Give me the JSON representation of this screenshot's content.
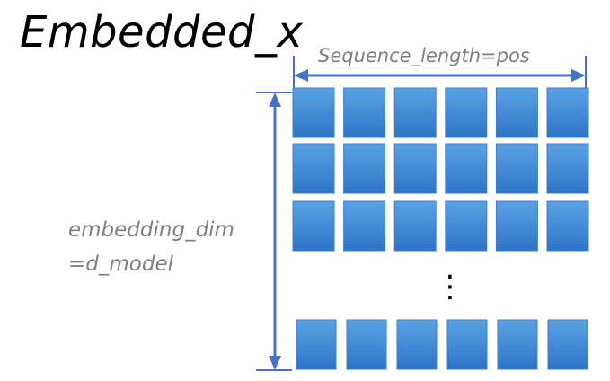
{
  "title": "Embedded_x",
  "sequence_label": "Sequence_length=pos",
  "dimension_label": {
    "line1": "embedding_dim",
    "line2": "=d_model"
  },
  "grid": {
    "columns": 6,
    "visible_rows": 4,
    "ellipsis": "⋮"
  },
  "colors": {
    "cell_top": "#5aa2e4",
    "cell_bottom": "#2e74c6",
    "cell_border": "#3a80cc",
    "arrow": "#4472c4",
    "label_gray": "#7f7f7f"
  }
}
